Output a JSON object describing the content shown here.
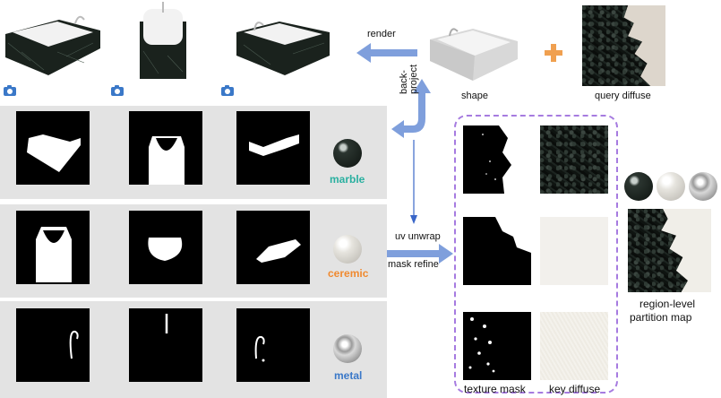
{
  "labels": {
    "render": "render",
    "back_project": "back-\nproject",
    "shape": "shape",
    "query_diffuse": "query diffuse",
    "uv_unwrap": "uv unwrap",
    "mask_refine": "mask refine",
    "texture_mask": "texture mask",
    "key_diffuse": "key diffuse",
    "region_level_1": "region-level",
    "region_level_2": "partition map"
  },
  "materials": [
    {
      "name": "marble",
      "color": "#2ab0a0"
    },
    {
      "name": "ceremic",
      "color": "#f08a30"
    },
    {
      "name": "metal",
      "color": "#3a78c8"
    }
  ],
  "colors": {
    "arrow": "#7f9fdc",
    "plus": "#f0a050",
    "dashed_box": "#a67be0",
    "band": "#e3e3e3",
    "camera": "#3a78c8"
  },
  "icons": [
    "camera-icon",
    "plus-icon",
    "arrow-left-icon",
    "arrow-down-icon"
  ]
}
